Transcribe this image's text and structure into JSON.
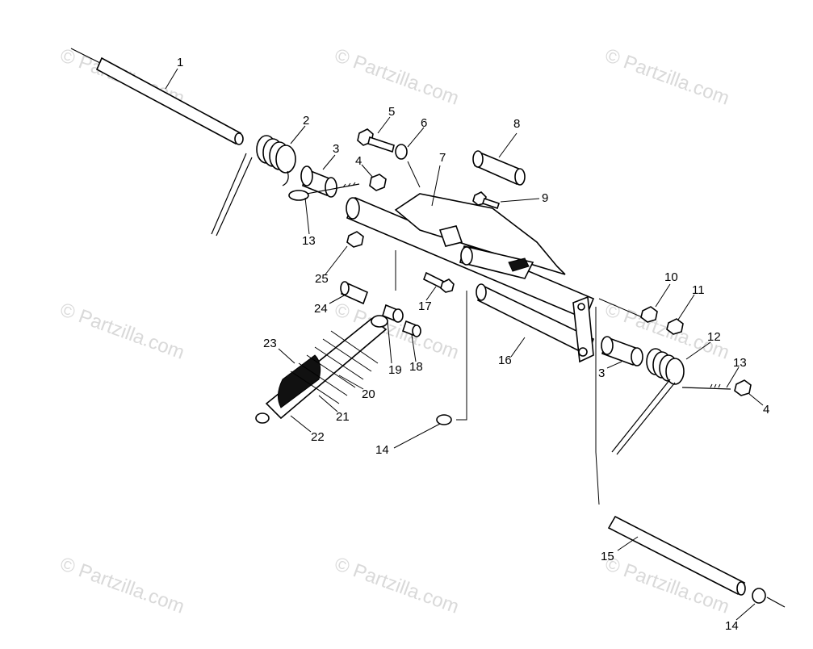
{
  "watermarks": [
    "© Partzilla.com",
    "© Partzilla.com",
    "© Partzilla.com",
    "© Partzilla.com",
    "© Partzilla.com",
    "© Partzilla.com",
    "© Partzilla.com",
    "© Partzilla.com",
    "© Partzilla.com"
  ],
  "callouts": [
    "1",
    "2",
    "3",
    "4",
    "5",
    "6",
    "7",
    "8",
    "9",
    "10",
    "11",
    "12",
    "13",
    "25",
    "24",
    "17",
    "23",
    "19",
    "18",
    "16",
    "3",
    "13",
    "4",
    "20",
    "21",
    "22",
    "14",
    "15",
    "14"
  ],
  "colors": {
    "ink": "#000000",
    "watermark": "#d9d9d9",
    "background": "#ffffff"
  }
}
